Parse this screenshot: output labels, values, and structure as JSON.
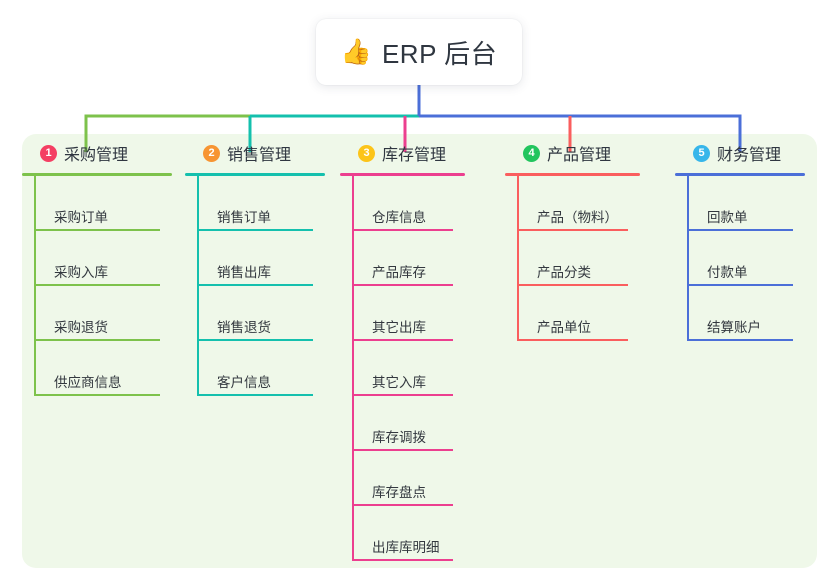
{
  "diagram": {
    "type": "mindmap",
    "title": "ERP 后台",
    "root": {
      "icon": "thumbs-up-icon",
      "emoji": "👍",
      "label": "ERP 后台"
    },
    "panel_color": "#eff8e9",
    "stem_color": "#4b5fd0",
    "branches": [
      {
        "number": "1",
        "label": "采购管理",
        "badge_color": "#f43f63",
        "line_color": "#7dc24b",
        "items": [
          "采购订单",
          "采购入库",
          "采购退货",
          "供应商信息"
        ]
      },
      {
        "number": "2",
        "label": "销售管理",
        "badge_color": "#f79533",
        "line_color": "#14c0ad",
        "items": [
          "销售订单",
          "销售出库",
          "销售退货",
          "客户信息"
        ]
      },
      {
        "number": "3",
        "label": "库存管理",
        "badge_color": "#fcc419",
        "line_color": "#ec3f8f",
        "items": [
          "仓库信息",
          "产品库存",
          "其它出库",
          "其它入库",
          "库存调拨",
          "库存盘点",
          "出库库明细"
        ]
      },
      {
        "number": "4",
        "label": "产品管理",
        "badge_color": "#22c55e",
        "line_color": "#fa5e5e",
        "items": [
          "产品（物料）",
          "产品分类",
          "产品单位"
        ]
      },
      {
        "number": "5",
        "label": "财务管理",
        "badge_color": "#37b6ea",
        "line_color": "#4b6fd8",
        "items": [
          "回款单",
          "付款单",
          "结算账户"
        ]
      }
    ]
  }
}
